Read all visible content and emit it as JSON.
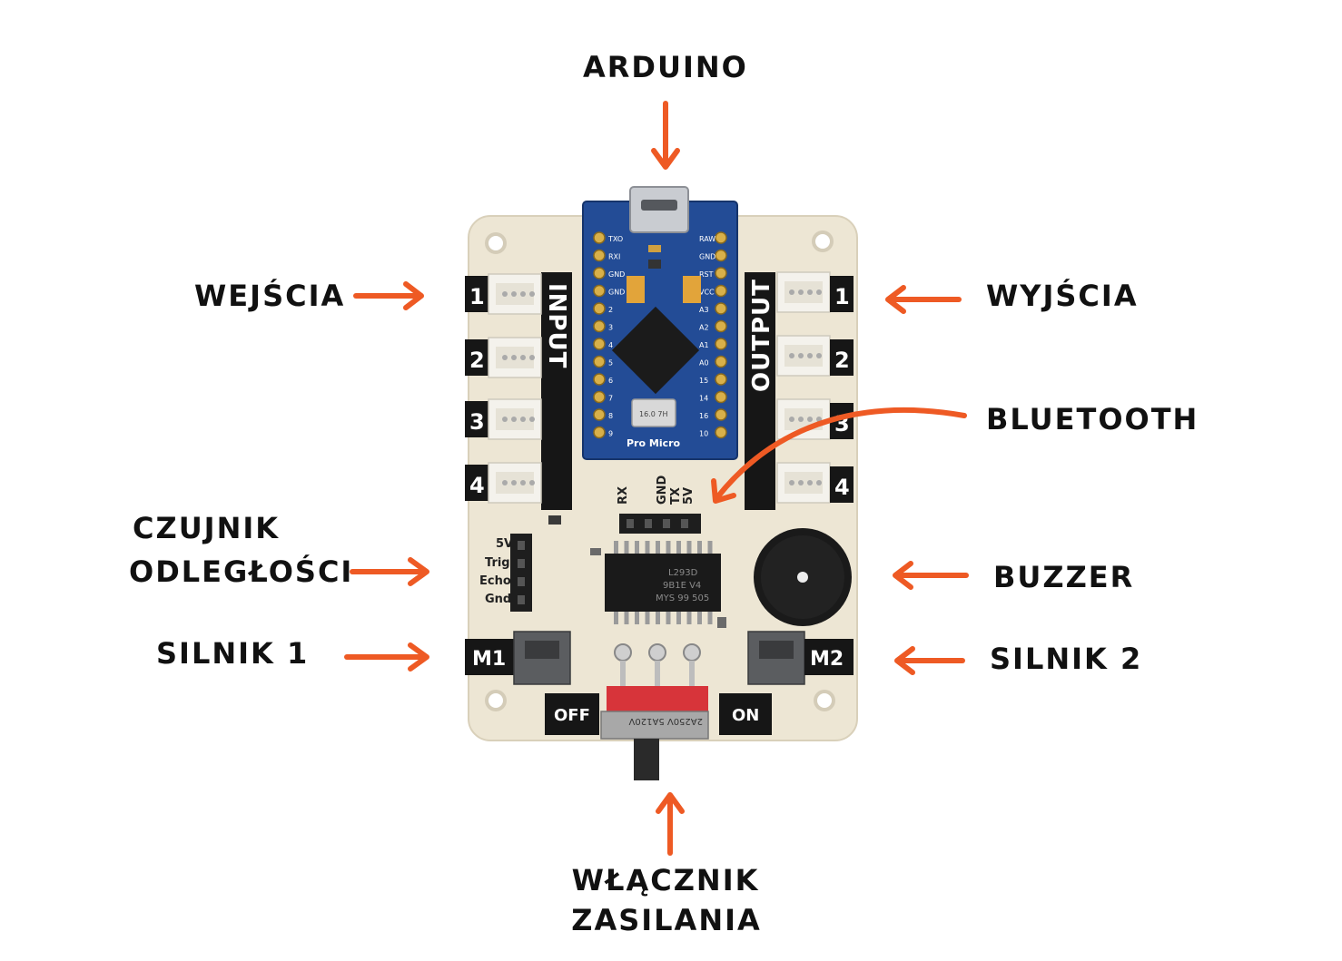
{
  "labels": {
    "arduino": "ARDUINO",
    "wejscia": "WEJŚCIA",
    "wyjscia": "WYJŚCIA",
    "bluetooth": "BLUETOOTH",
    "czujnik_line1": "CZUJNIK",
    "czujnik_line2": "ODLEGŁOŚCI",
    "buzzer": "BUZZER",
    "silnik1": "SILNIK 1",
    "silnik2": "SILNIK 2",
    "wlacznik_line1": "WŁĄCZNIK",
    "wlacznik_line2": "ZASILANIA"
  },
  "board": {
    "input_title": "INPUT",
    "output_title": "OUTPUT",
    "port_numbers": [
      "1",
      "2",
      "3",
      "4"
    ],
    "pro_micro_label": "Pro Micro",
    "crystal_label": "16.0 7H",
    "left_pins": [
      "TXO",
      "RXI",
      "GND",
      "GND",
      "2",
      "3",
      "4",
      "5",
      "6",
      "7",
      "8",
      "9"
    ],
    "right_pins": [
      "RAW",
      "GND",
      "RST",
      "VCC",
      "A3",
      "A2",
      "A1",
      "A0",
      "15",
      "14",
      "16",
      "10"
    ],
    "bt_pins": [
      "RX",
      "TX",
      "GND",
      "5V"
    ],
    "sensor_pins": [
      "5V",
      "Trig",
      "Echo",
      "Gnd"
    ],
    "chip_lines": [
      "L293D",
      "9B1E V4",
      "MYS 99 505"
    ],
    "motor1": "M1",
    "motor2": "M2",
    "off": "OFF",
    "on": "ON",
    "switch_text": "2A250V 5A120V"
  },
  "colors": {
    "arrow": "#EE5A24",
    "board": "#EDE6D4",
    "board_edge": "#D9D0BA",
    "silkscreen_black": "#161616",
    "pcb_blue": "#234C96",
    "connector_white": "#F4F2EC",
    "switch_red": "#D7343A",
    "text": "#111111"
  }
}
